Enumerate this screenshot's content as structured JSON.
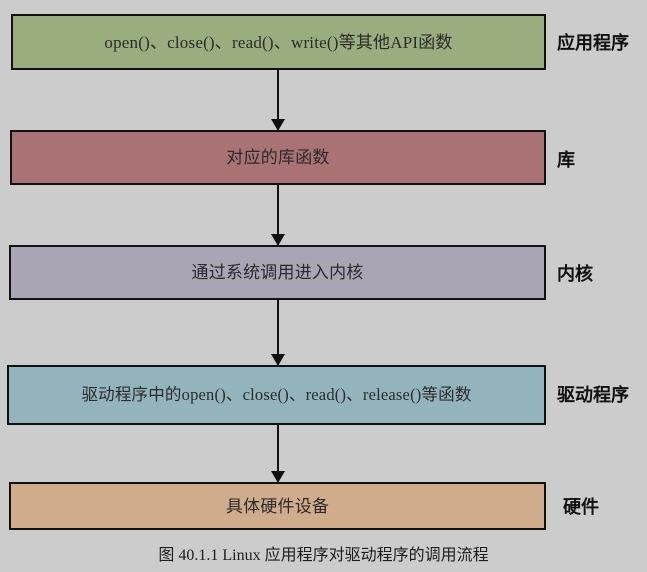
{
  "figure": {
    "caption": "图 40.1.1 Linux 应用程序对驱动程序的调用流程",
    "background_color": "#cccccc",
    "border_color": "#111111"
  },
  "flow": {
    "boxes": [
      {
        "id": "application",
        "text": "open()、close()、read()、write()等其他API函数",
        "layer_label": "应用程序",
        "fill_color": "#9aad7e"
      },
      {
        "id": "library",
        "text": "对应的库函数",
        "layer_label": "库",
        "fill_color": "#a97274"
      },
      {
        "id": "kernel",
        "text": "通过系统调用进入内核",
        "layer_label": "内核",
        "fill_color": "#aaa4b4"
      },
      {
        "id": "driver",
        "text": "驱动程序中的open()、close()、read()、release()等函数",
        "layer_label": "驱动程序",
        "fill_color": "#93b4bd"
      },
      {
        "id": "hardware",
        "text": "具体硬件设备",
        "layer_label": "硬件",
        "fill_color": "#d0ac8d"
      }
    ],
    "connectors": [
      {
        "id": "app-to-library",
        "direction": "down"
      },
      {
        "id": "library-to-kernel",
        "direction": "down"
      },
      {
        "id": "kernel-to-driver",
        "direction": "down"
      },
      {
        "id": "driver-to-hardware",
        "direction": "down"
      }
    ]
  }
}
